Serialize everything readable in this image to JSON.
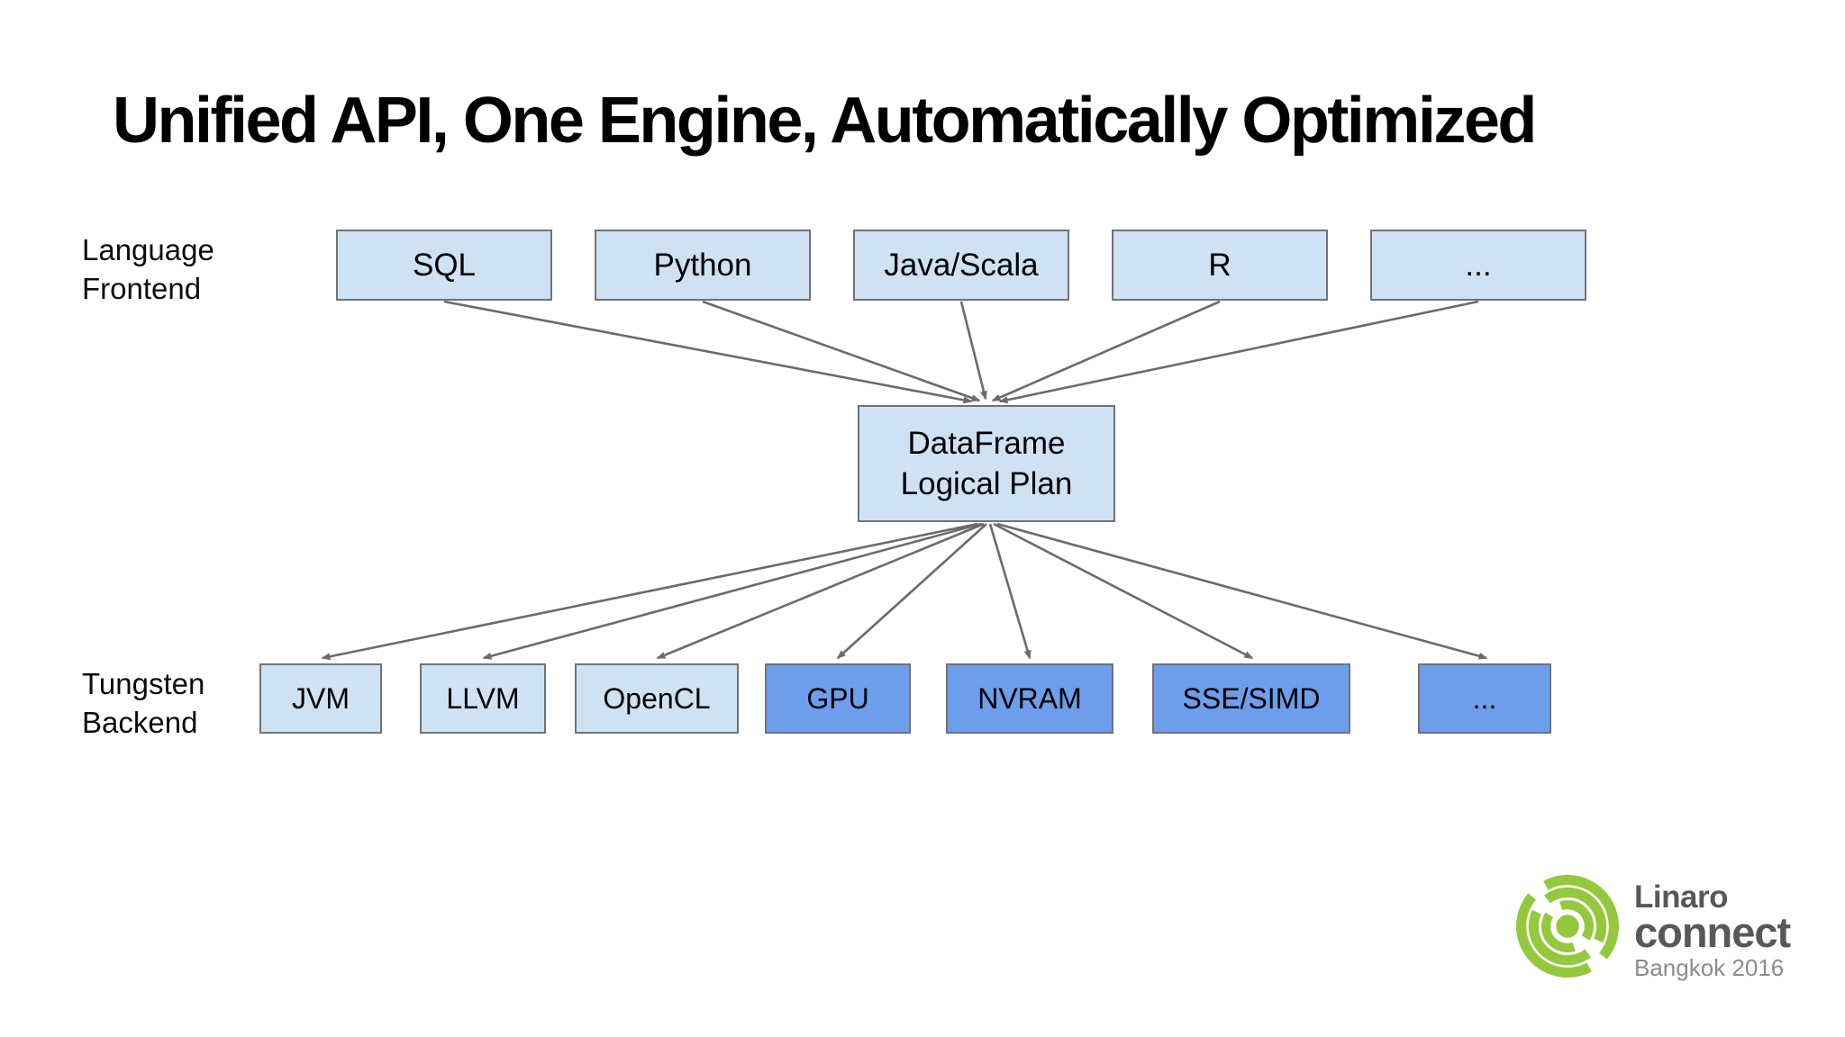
{
  "slide_title": "Unified API, One Engine, Automatically Optimized",
  "frontend": {
    "row_label_line1": "Language",
    "row_label_line2": "Frontend",
    "boxes": [
      {
        "label": "SQL"
      },
      {
        "label": "Python"
      },
      {
        "label": "Java/Scala"
      },
      {
        "label": "R"
      },
      {
        "label": "..."
      }
    ]
  },
  "plan_box": {
    "line1": "DataFrame",
    "line2": "Logical Plan"
  },
  "backend": {
    "row_label_line1": "Tungsten",
    "row_label_line2": "Backend",
    "boxes": [
      {
        "label": "JVM",
        "variant": "light"
      },
      {
        "label": "LLVM",
        "variant": "light"
      },
      {
        "label": "OpenCL",
        "variant": "light"
      },
      {
        "label": "GPU",
        "variant": "dark"
      },
      {
        "label": "NVRAM",
        "variant": "dark"
      },
      {
        "label": "SSE/SIMD",
        "variant": "dark"
      },
      {
        "label": "...",
        "variant": "dark"
      }
    ]
  },
  "logo": {
    "brand_top": "Linaro",
    "brand_bottom": "connect",
    "subtitle": "Bangkok 2016"
  },
  "colors": {
    "background": "#ffffff",
    "text": "#000000",
    "box_light": "#cfe2f3",
    "box_dark": "#6d9eeb",
    "box_border": "#6e737a",
    "arrow": "#6b6b6b",
    "logo_green": "#94c83d",
    "logo_text": "#57585a",
    "logo_subtext": "#8a8c8e"
  }
}
